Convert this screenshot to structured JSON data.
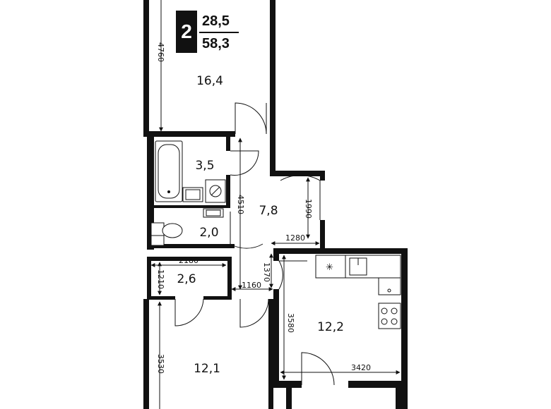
{
  "apartment": {
    "rooms": "2",
    "living_area": "28,5",
    "total_area": "58,3"
  },
  "areas": {
    "room_top": "16,4",
    "bathroom": "3,5",
    "hall": "7,8",
    "toilet": "2,0",
    "storage": "2,6",
    "kitchen": "12,2",
    "room_bottom": "12,1"
  },
  "dimensions": {
    "room_top_length": "4760",
    "hall_length": "4510",
    "corridor_height": "1990",
    "corridor_width": "1280",
    "storage_width": "2180",
    "storage_depth": "1210",
    "kitchen_door_offset": "1370",
    "passage_width": "1160",
    "kitchen_depth": "3580",
    "kitchen_width": "3420",
    "room_bottom_length": "3530"
  }
}
